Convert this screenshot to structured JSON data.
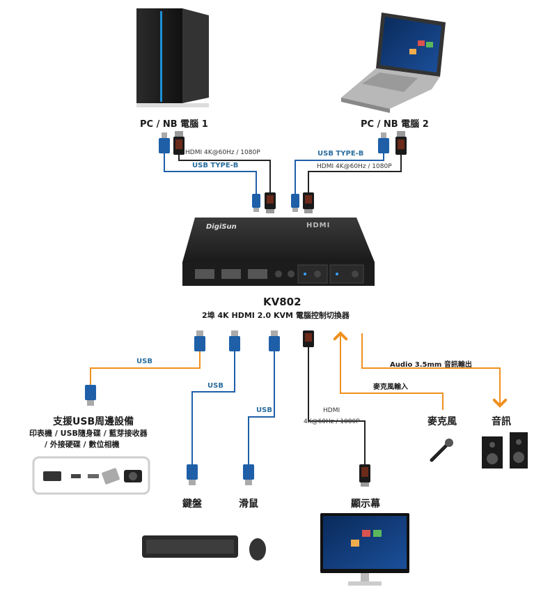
{
  "pcs": {
    "pc1": "PC / NB 電腦 1",
    "pc2": "PC / NB 電腦 2"
  },
  "cables": {
    "hdmi1": "HDMI 4K@60Hz / 1080P",
    "usb1": "USB TYPE-B",
    "usb2": "USB TYPE-B",
    "hdmi2": "HDMI 4K@60Hz / 1080P"
  },
  "switch": {
    "brand": "DigiSun",
    "hdmi_logo": "HDMI",
    "model": "KV802",
    "description": "2埠 4K HDMI 2.0 KVM 電腦控制切換器"
  },
  "outputs": {
    "usb_periph": "USB",
    "usb_kb": "USB",
    "usb_mouse": "USB",
    "hdmi_out_1": "HDMI",
    "hdmi_out_2": "4K@60Hz / 1080P",
    "audio_out": "Audio 3.5mm 音訊輸出",
    "mic_in": "麥克風輸入"
  },
  "peripherals": {
    "usb_title": "支援USB周邊設備",
    "usb_desc1": "印表機 / USB隨身碟 / 藍芽接收器",
    "usb_desc2": "/ 外接硬碟 / 數位相機",
    "keyboard": "鍵盤",
    "mouse": "滑鼠",
    "monitor": "顯示幕",
    "mic": "麥克風",
    "speaker": "音訊"
  },
  "colors": {
    "usb_line": "#1e5fa8",
    "hdmi_line": "#222222",
    "audio_line": "#f0901e",
    "usb_text": "#2a6e9e"
  }
}
